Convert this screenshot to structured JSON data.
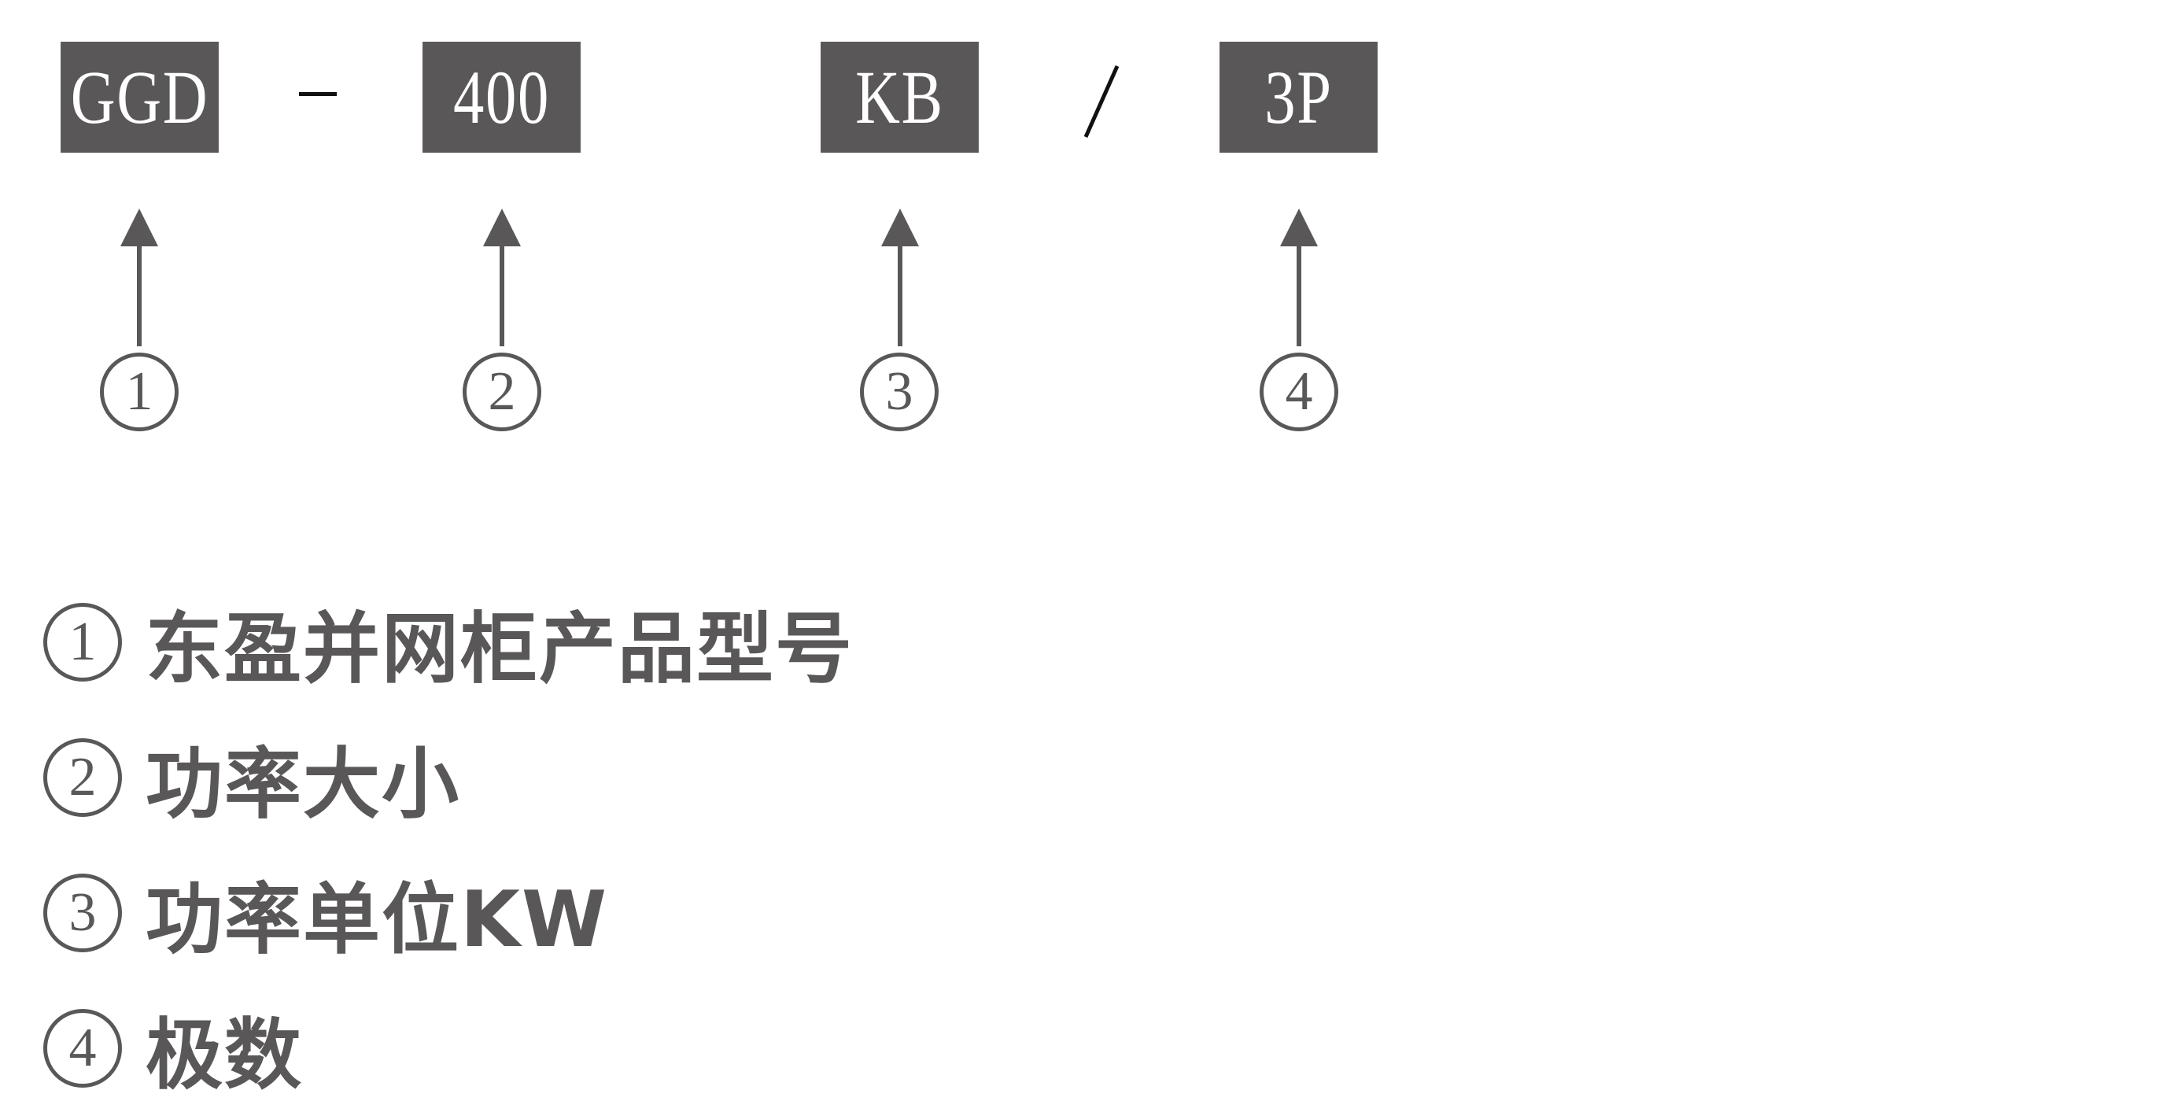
{
  "model_code": {
    "segments": [
      {
        "id": 1,
        "text": "GGD"
      },
      {
        "id": 2,
        "text": "400"
      },
      {
        "id": 3,
        "text": "KB"
      },
      {
        "id": 4,
        "text": "3P"
      }
    ],
    "separators": {
      "dash": "–",
      "slash": "/"
    }
  },
  "markers": [
    "1",
    "2",
    "3",
    "4"
  ],
  "legend": [
    {
      "num": "1",
      "text": "东盈并网柜产品型号"
    },
    {
      "num": "2",
      "text": "功率大小"
    },
    {
      "num": "3",
      "text": "功率单位KW"
    },
    {
      "num": "4",
      "text": "极数"
    }
  ],
  "colors": {
    "box_fill": "#595758",
    "box_text": "#ffffff",
    "ink": "#595758"
  }
}
